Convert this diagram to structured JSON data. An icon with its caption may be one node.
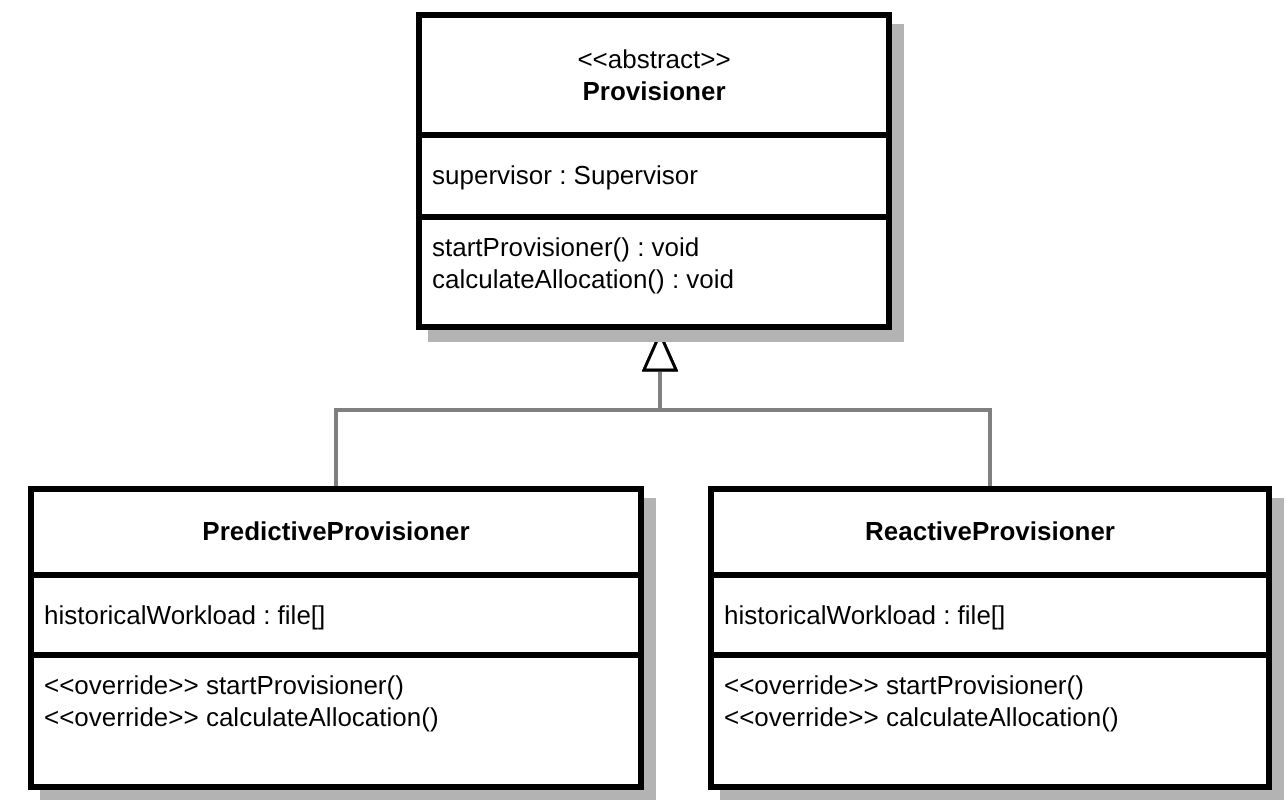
{
  "diagram": {
    "nodes": [
      {
        "text": [
          "<<abstract>>",
          "Provisioner",
          "supervisor : Supervisor",
          "startProvisioner() : void",
          "calculateAllocation() : void"
        ]
      },
      {
        "text": [
          "PredictiveProvisioner",
          "historicalWorkload : file[]",
          "<<override>> startProvisioner()",
          "<<override>> calculateAllocation()"
        ]
      },
      {
        "text": [
          "ReactiveProvisioner",
          "historicalWorkload : file[]",
          "<<override>> startProvisioner()",
          "<<override>> calculateAllocation()"
        ]
      }
    ],
    "edges": [
      {
        "from": 1,
        "to": 0,
        "arrow": "to"
      },
      {
        "from": 2,
        "to": 0,
        "arrow": "to"
      }
    ]
  }
}
